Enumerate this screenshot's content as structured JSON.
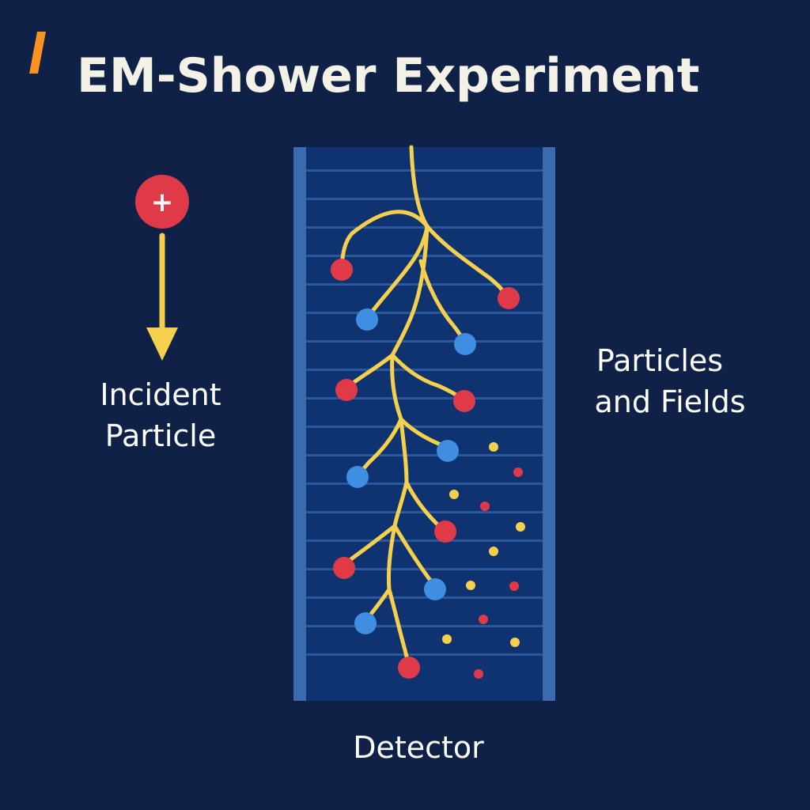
{
  "title": "EM-Shower Experiment",
  "incident": {
    "charge_symbol": "+",
    "label_line1": "Incident",
    "label_line2": "Particle"
  },
  "side_label": {
    "line1": "Particles",
    "line2": "and Fields"
  },
  "detector_label": "Detector",
  "colors": {
    "background": "#0f2147",
    "accent": "#f7931e",
    "detector_fill": "#0f3371",
    "detector_edge": "#3a6ab0",
    "detector_layer": "#2b579b",
    "track": "#f5d04c",
    "positive": "#e03a48",
    "negative": "#3f8ee2",
    "text": "#ffffff"
  },
  "icons": {
    "title_accent": "accent-bar-icon",
    "incident_particle": "positive-particle-icon",
    "direction": "down-arrow-icon"
  }
}
